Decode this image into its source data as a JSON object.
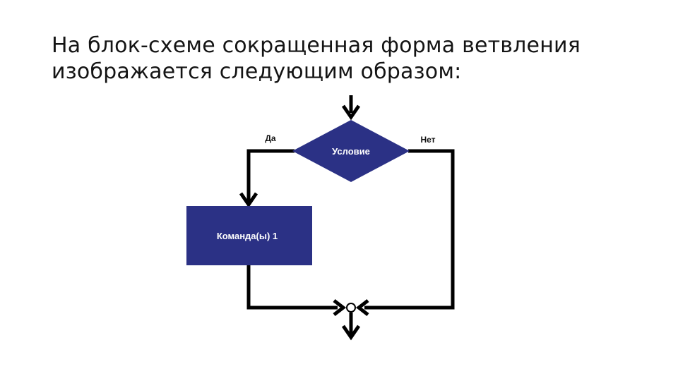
{
  "title": {
    "line1": "На блок-схеме сокращенная форма ветвления",
    "line2": "изображается следующим образом:"
  },
  "flowchart": {
    "condition": "Условие",
    "yes_label": "Да",
    "no_label": "Нет",
    "command": "Команда(ы) 1",
    "colors": {
      "block_fill": "#2b3185",
      "block_text": "#ffffff",
      "line": "#000000",
      "label": "#111111"
    }
  }
}
